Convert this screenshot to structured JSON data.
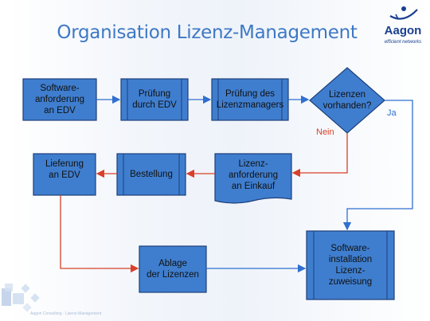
{
  "slide": {
    "title": "Organisation Lizenz-Management",
    "footer": "Aagon Consulting · Lizenz-Management"
  },
  "logo": {
    "word": "Aagon",
    "tagline": "efficient networks"
  },
  "nodes": [
    {
      "id": "software-anforderung",
      "label": "Software-\nanforderung\nan EDV"
    },
    {
      "id": "pruefung-edv",
      "label": "Prüfung\ndurch EDV"
    },
    {
      "id": "pruefung-lizenzmanager",
      "label": "Prüfung des\nLizenzmanagers"
    },
    {
      "id": "lizenzen-vorhanden",
      "label": "Lizenzen\nvorhanden?"
    },
    {
      "id": "lizenz-anforderung",
      "label": "Lizenz-\nanforderung\nan Einkauf"
    },
    {
      "id": "bestellung",
      "label": "Bestellung"
    },
    {
      "id": "lieferung",
      "label": "Lieferung\nan EDV"
    },
    {
      "id": "ablage",
      "label": "Ablage\nder Lizenzen"
    },
    {
      "id": "software-installation",
      "label": "Software-\ninstallation\nLizenz-\nzuweisung"
    }
  ],
  "edge_labels": {
    "yes": "Ja",
    "no": "Nein"
  },
  "colors": {
    "title": "#3e78c4",
    "node_fill": "#3f7ecf",
    "node_stroke": "#1d3f7a",
    "arrow_blue": "#2f6fcf",
    "arrow_red": "#d9402a",
    "label_yes": "#2f6fcf",
    "label_no": "#d9402a"
  }
}
